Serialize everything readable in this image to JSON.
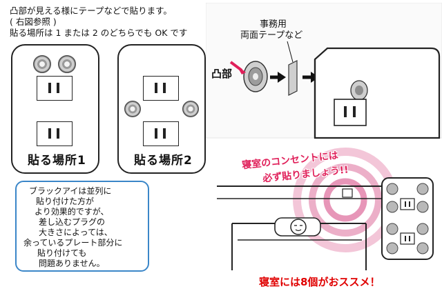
{
  "instructions": {
    "line1": "凸部が見える様にテープなどで貼ります。",
    "line2": "( 右図参照 )",
    "line3": "貼る場所は 1 または 2 のどちらでも OK です"
  },
  "plates": {
    "plate1_label": "貼る場所1",
    "plate2_label": "貼る場所2"
  },
  "note": {
    "lines": [
      "ブラックアイは並列に",
      "貼り付けた方が",
      "より効果的ですが、",
      "差し込むプラグの",
      "大きさによっては、",
      "余っているプレート部分に",
      "貼り付けても",
      "問題ありません。"
    ]
  },
  "diagram": {
    "protrusion_label": "凸部",
    "tape_label_line1": "事務用",
    "tape_label_line2": "両面テープなど"
  },
  "bedroom": {
    "headline_line1": "寝室のコンセントには",
    "headline_line2": "必ず貼りましょう!!",
    "footer": "寝室には8個がおススメ！"
  },
  "colors": {
    "accent_red": "#e00000",
    "accent_pink": "#e0205a",
    "note_border": "#3a86c8"
  }
}
